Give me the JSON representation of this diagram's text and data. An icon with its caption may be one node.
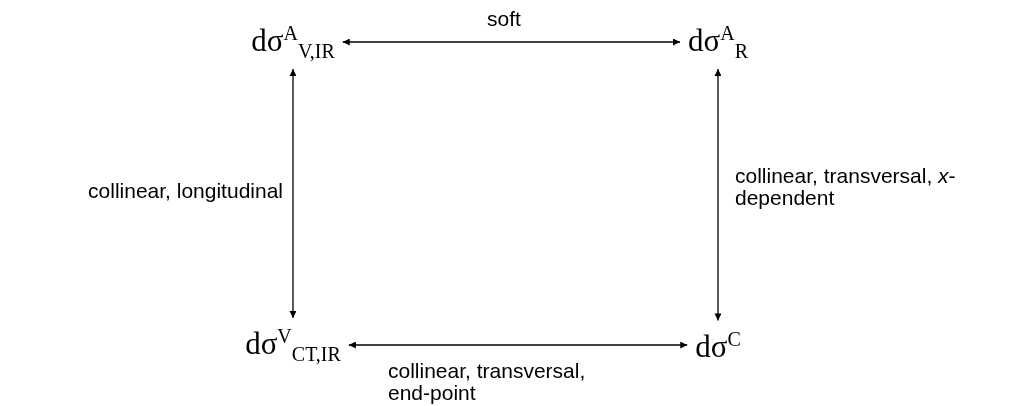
{
  "diagram": {
    "nodes": [
      {
        "text": [
          "dσ$^{A}$$_{V,IR}$"
        ]
      },
      {
        "text": [
          "dσ$^{A}$$_{R}$"
        ]
      },
      {
        "text": [
          "dσ$^{V}$$_{CT,IR}$"
        ]
      },
      {
        "text": [
          "dσ$^{C}$"
        ]
      }
    ],
    "edges": [
      {
        "from": 0,
        "to": 1,
        "arrow": "both",
        "label": "soft"
      },
      {
        "from": 0,
        "to": 2,
        "arrow": "both",
        "label": "collinear, longitudinal"
      },
      {
        "from": 1,
        "to": 3,
        "arrow": "both",
        "label": "collinear, transversal, *x*-dependent"
      },
      {
        "from": 2,
        "to": 3,
        "arrow": "both",
        "label": "collinear, transversal, end-point"
      }
    ]
  }
}
